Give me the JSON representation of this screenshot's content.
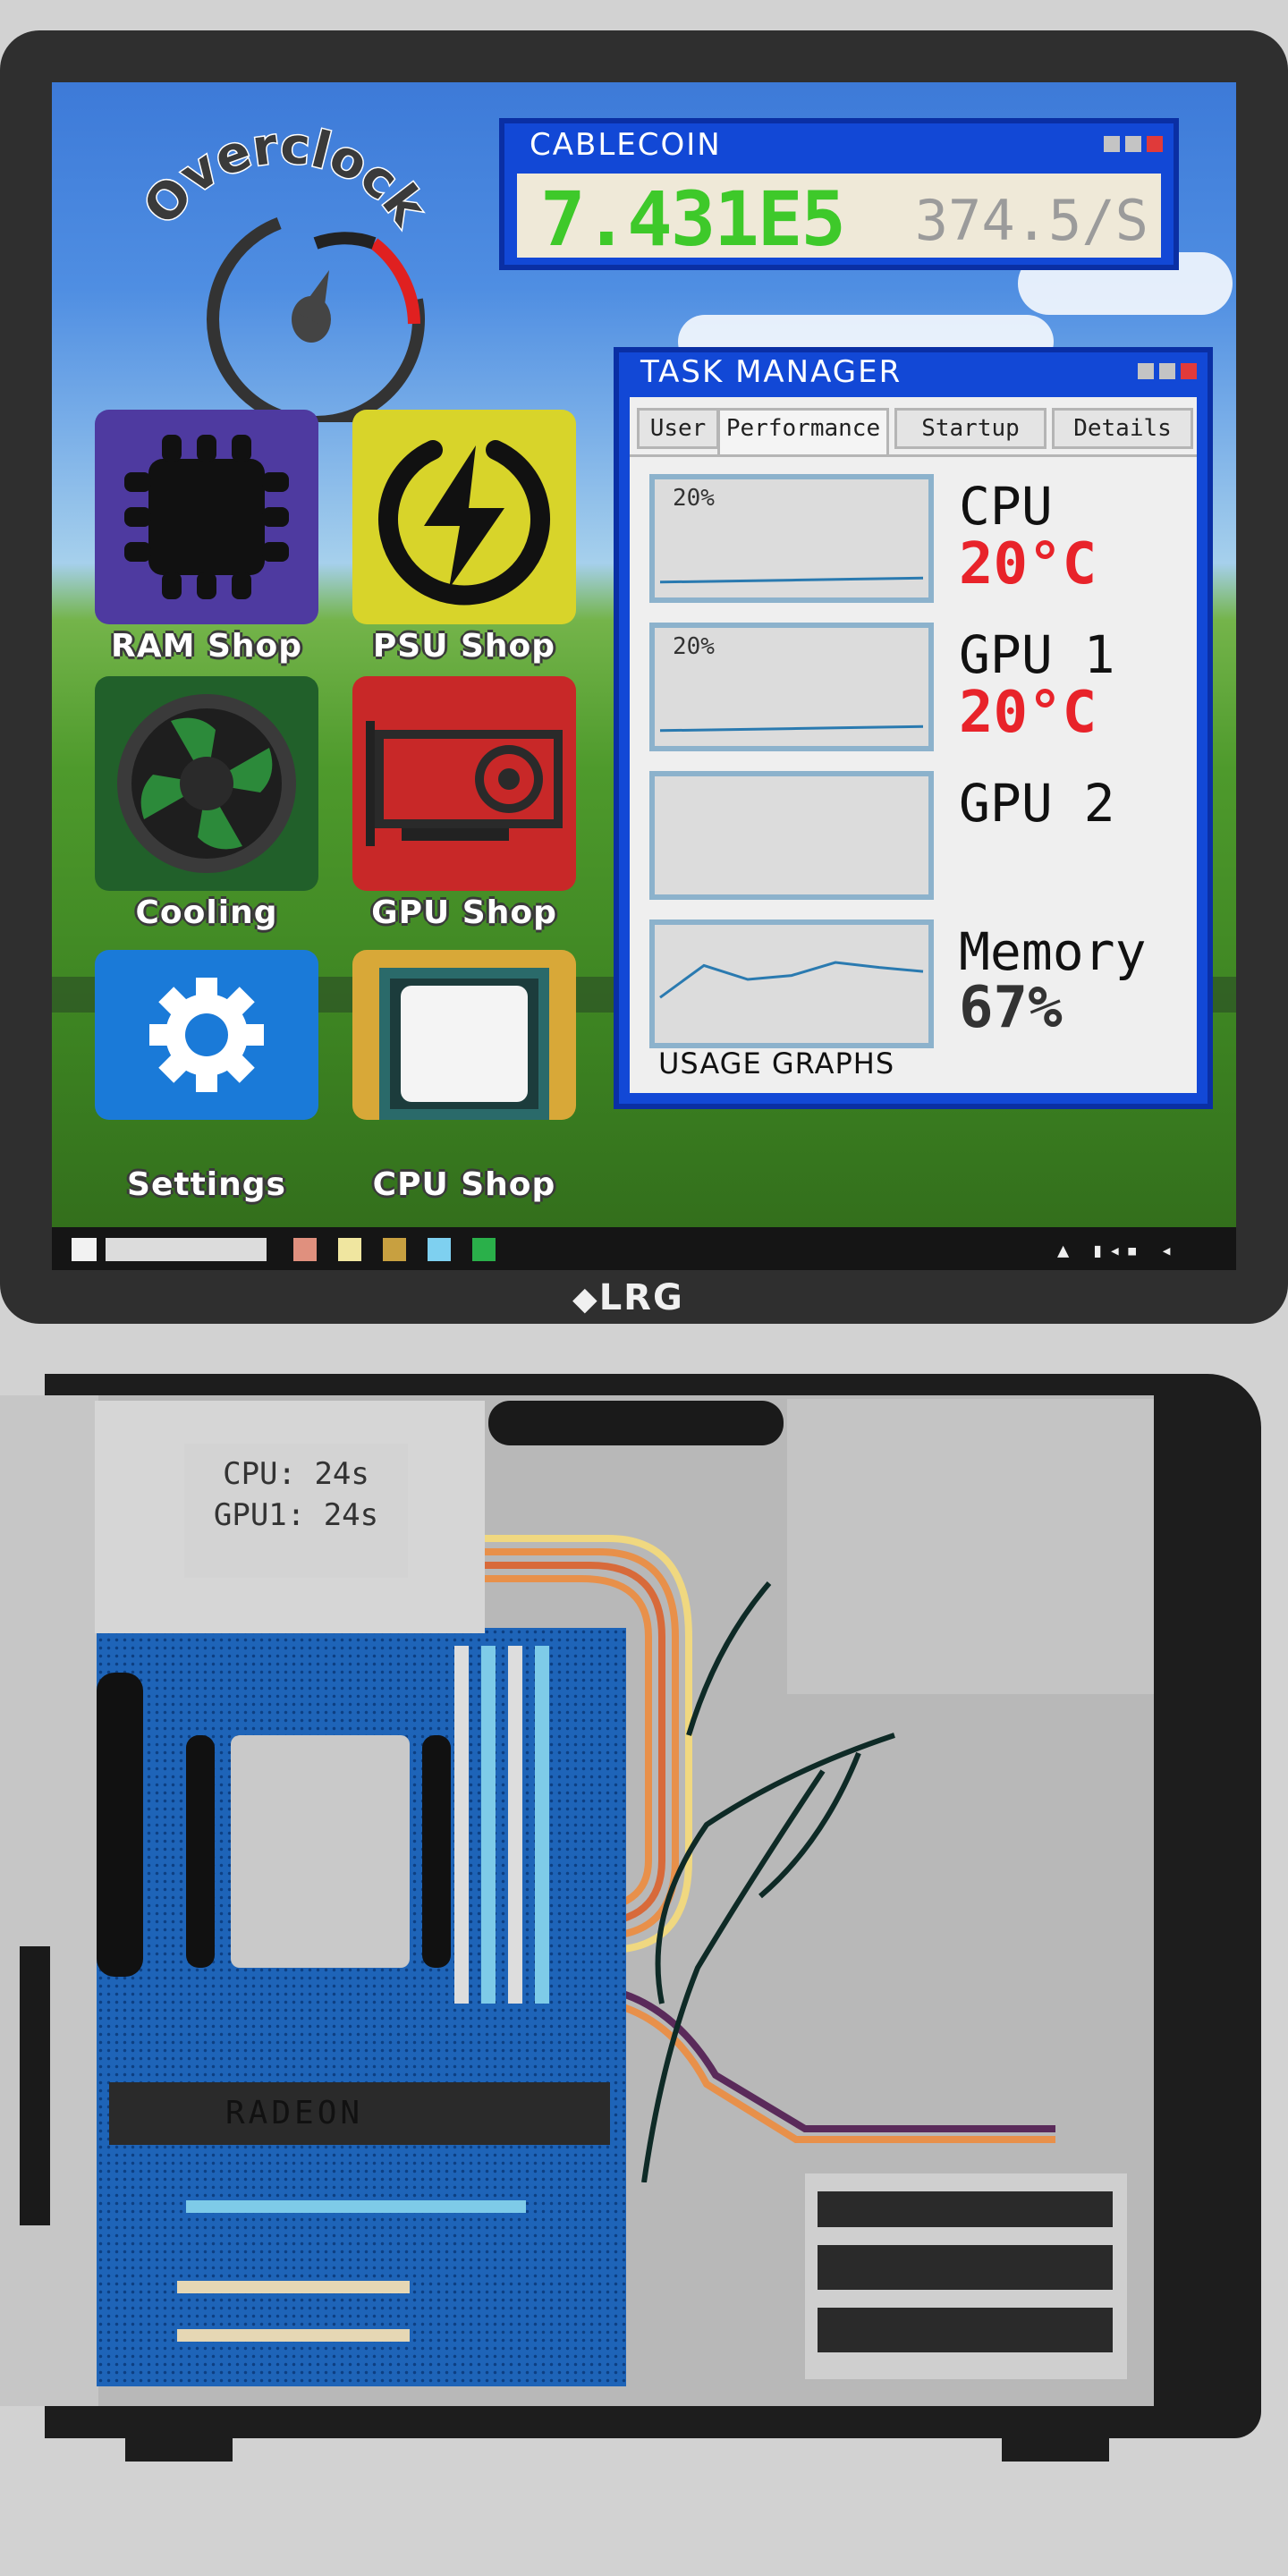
{
  "brand": "LRG",
  "overclock": {
    "label": "Overclock"
  },
  "cablecoin": {
    "title": "CABLECOIN",
    "value": "7.431E5",
    "rate": "374.5/S"
  },
  "apps": [
    {
      "label": "RAM Shop",
      "icon": "cpu-chip-icon",
      "color": "#4e3aa0"
    },
    {
      "label": "PSU Shop",
      "icon": "lightning-bolt-icon",
      "color": "#d8d42a"
    },
    {
      "label": "Cooling",
      "icon": "fan-icon",
      "color": "#21602a"
    },
    {
      "label": "GPU Shop",
      "icon": "graphics-card-icon",
      "color": "#c82828"
    },
    {
      "label": "Settings",
      "icon": "gear-icon",
      "color": "#1a7ad8"
    },
    {
      "label": "CPU Shop",
      "icon": "processor-icon",
      "color": "#d8a838"
    }
  ],
  "task_manager": {
    "title": "TASK MANAGER",
    "tabs": [
      "User",
      "Performance",
      "Startup",
      "Details"
    ],
    "active_tab": "Performance",
    "metrics": [
      {
        "name": "CPU",
        "value": "20°C",
        "graph_label": "20%",
        "graph": [
          10,
          11,
          12,
          13,
          14
        ]
      },
      {
        "name": "GPU 1",
        "value": "20°C",
        "graph_label": "20%",
        "graph": [
          10,
          11,
          12,
          13,
          14
        ]
      },
      {
        "name": "GPU 2",
        "value": "",
        "graph_label": "",
        "graph": []
      },
      {
        "name": "Memory",
        "value": "67%",
        "graph_label": "",
        "graph": [
          40,
          72,
          58,
          62,
          75,
          70,
          66
        ]
      }
    ],
    "footer": "USAGE GRAPHS"
  },
  "case": {
    "timer": {
      "cpu": "CPU: 24s",
      "gpu1": "GPU1: 24s"
    },
    "gpu_brand": "RADEON"
  },
  "colors": {
    "window_blue": "#1248d6",
    "coin_green": "#3ec92a",
    "temp_red": "#e8232a"
  }
}
